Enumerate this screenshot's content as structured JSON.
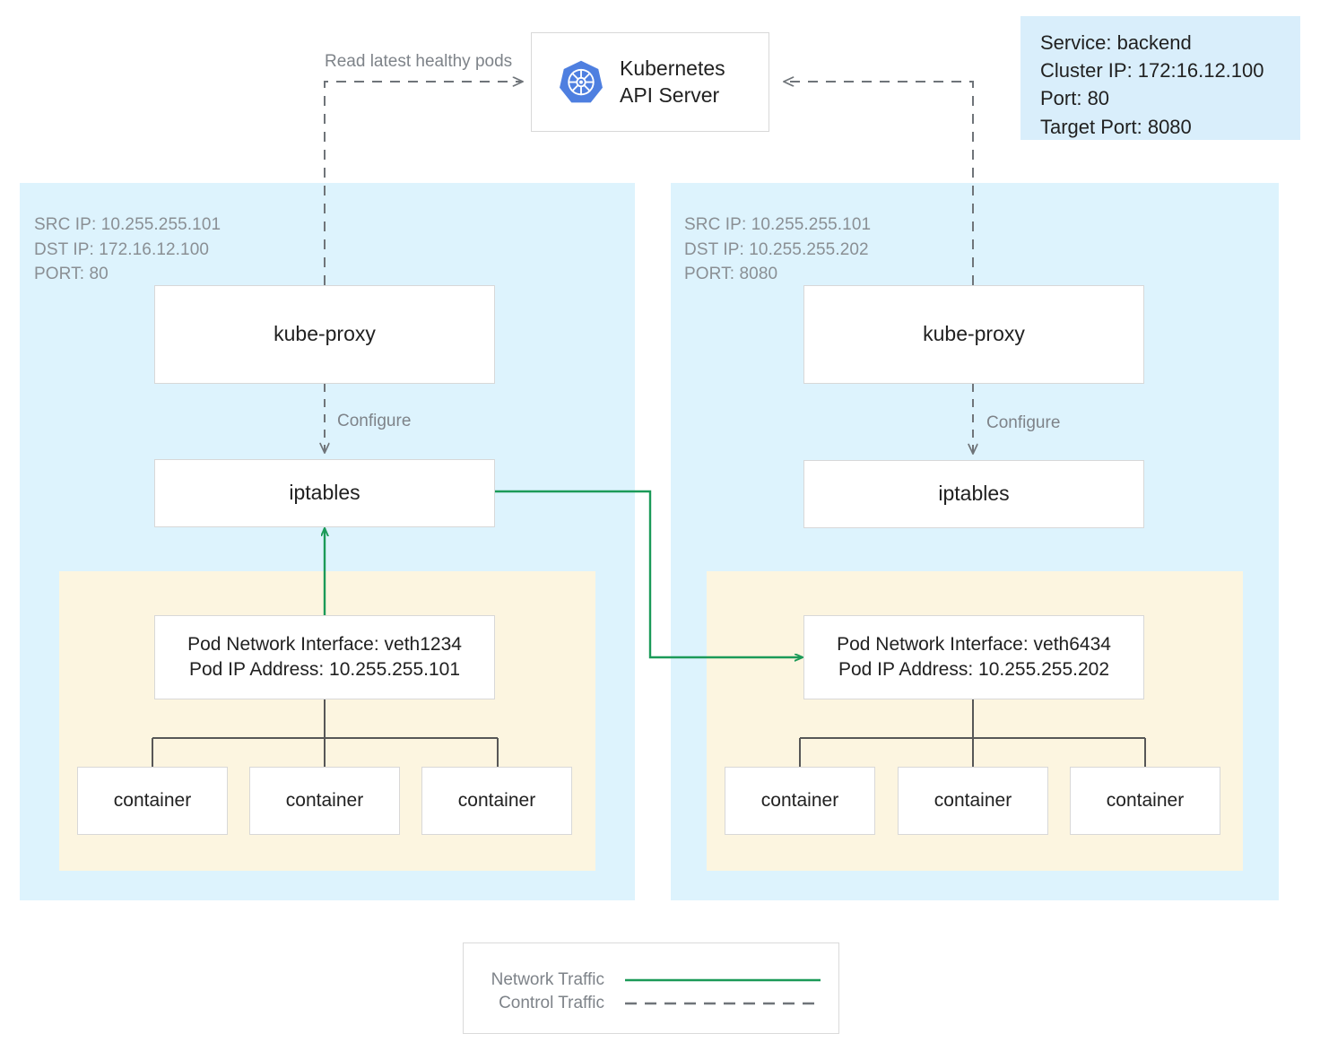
{
  "diagram": {
    "title": "Kubernetes kube-proxy iptables service routing",
    "colors": {
      "node_bg": "#ddf3fd",
      "pod_bg": "#fcf5e0",
      "info_bg": "#d9eefb",
      "box_bg": "#ffffff",
      "box_border": "#d8d8d8",
      "network_traffic": "#1b9a58",
      "control_traffic": "#6f7479",
      "text": "#212121",
      "muted_text": "#8a8f94",
      "k8s_blue": "#4e7fe0"
    },
    "api_server": {
      "label": "Kubernetes\nAPI Server",
      "icon": "kubernetes-logo-icon"
    },
    "service_info": {
      "text": "Service: backend\nCluster IP: 172:16.12.100\nPort: 80\nTarget Port: 8080",
      "lines": [
        "Service: backend",
        "Cluster IP: 172:16.12.100",
        "Port: 80",
        "Target Port: 8080"
      ]
    },
    "edge_labels": {
      "read_pods": "Read latest healthy pods",
      "configure_left": "Configure",
      "configure_right": "Configure"
    },
    "nodes": [
      {
        "id": "node-left",
        "packet_info": "SRC IP: 10.255.255.101\nDST IP: 172.16.12.100\nPORT: 80",
        "packet_lines": [
          "SRC IP: 10.255.255.101",
          "DST IP: 172.16.12.100",
          "PORT: 80"
        ],
        "kube_proxy_label": "kube-proxy",
        "iptables_label": "iptables",
        "pod": {
          "interface_label": "Pod Network Interface: veth1234\nPod IP Address: 10.255.255.101",
          "interface_name": "veth1234",
          "pod_ip": "10.255.255.101",
          "containers": [
            "container",
            "container",
            "container"
          ]
        }
      },
      {
        "id": "node-right",
        "packet_info": "SRC IP: 10.255.255.101\nDST IP: 10.255.255.202\nPORT: 8080",
        "packet_lines": [
          "SRC IP: 10.255.255.101",
          "DST IP: 10.255.255.202",
          "PORT: 8080"
        ],
        "kube_proxy_label": "kube-proxy",
        "iptables_label": "iptables",
        "pod": {
          "interface_label": "Pod Network Interface: veth6434\nPod IP Address: 10.255.255.202",
          "interface_name": "veth6434",
          "pod_ip": "10.255.255.202",
          "containers": [
            "container",
            "container",
            "container"
          ]
        }
      }
    ],
    "legend": {
      "items": [
        {
          "label": "Network Traffic",
          "style": "solid",
          "color": "#1b9a58"
        },
        {
          "label": "Control Traffic",
          "style": "dashed",
          "color": "#6f7479"
        }
      ]
    }
  }
}
